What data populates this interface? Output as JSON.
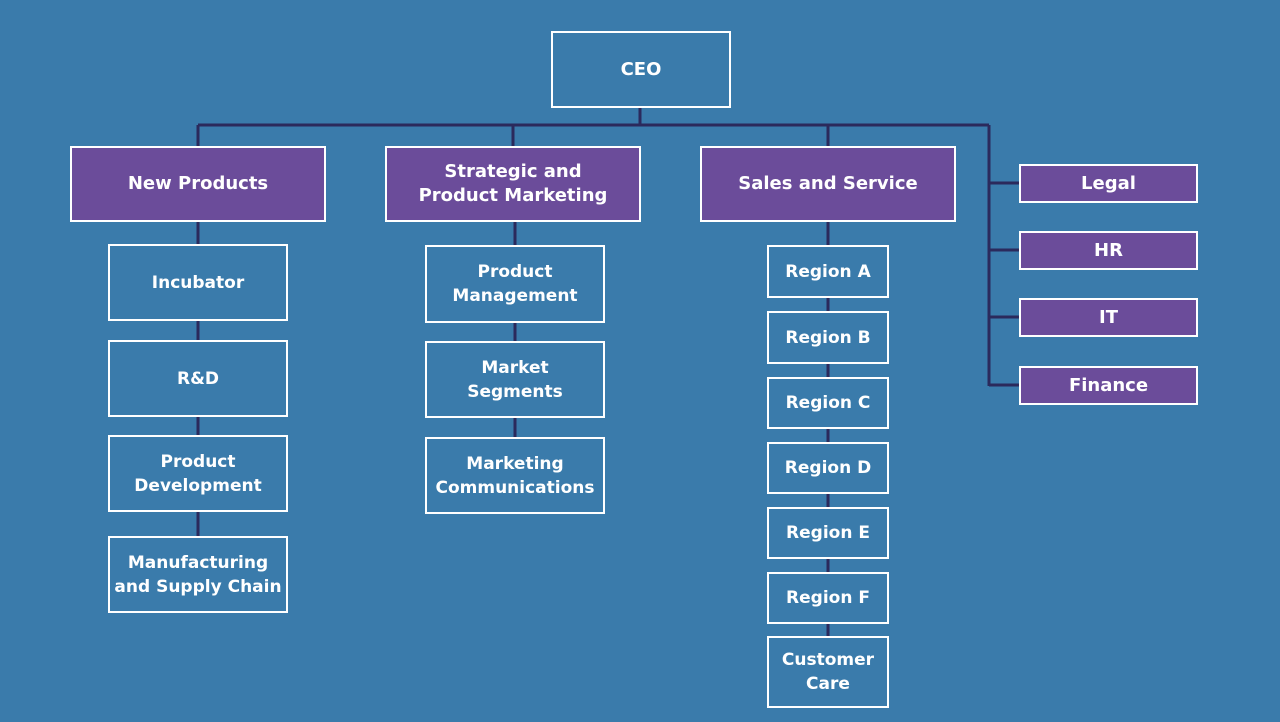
{
  "colors": {
    "background": "#3a7bab",
    "department_fill": "#6b4c9a",
    "box_border": "#ffffff",
    "connector": "#2b2a5c",
    "text": "#ffffff"
  },
  "ceo": {
    "label": "CEO"
  },
  "departments": [
    {
      "id": "new-products",
      "label": "New Products",
      "children": [
        "Incubator",
        "R&D",
        "Product\nDevelopment",
        "Manufacturing\nand Supply Chain"
      ]
    },
    {
      "id": "strategic-and-product-marketing",
      "label": "Strategic and\nProduct Marketing",
      "children": [
        "Product\nManagement",
        "Market\nSegments",
        "Marketing\nCommunications"
      ]
    },
    {
      "id": "sales-and-service",
      "label": "Sales and Service",
      "children": [
        "Region A",
        "Region B",
        "Region C",
        "Region D",
        "Region E",
        "Region F",
        "Customer\nCare"
      ]
    }
  ],
  "staff_functions": [
    "Legal",
    "HR",
    "IT",
    "Finance"
  ]
}
